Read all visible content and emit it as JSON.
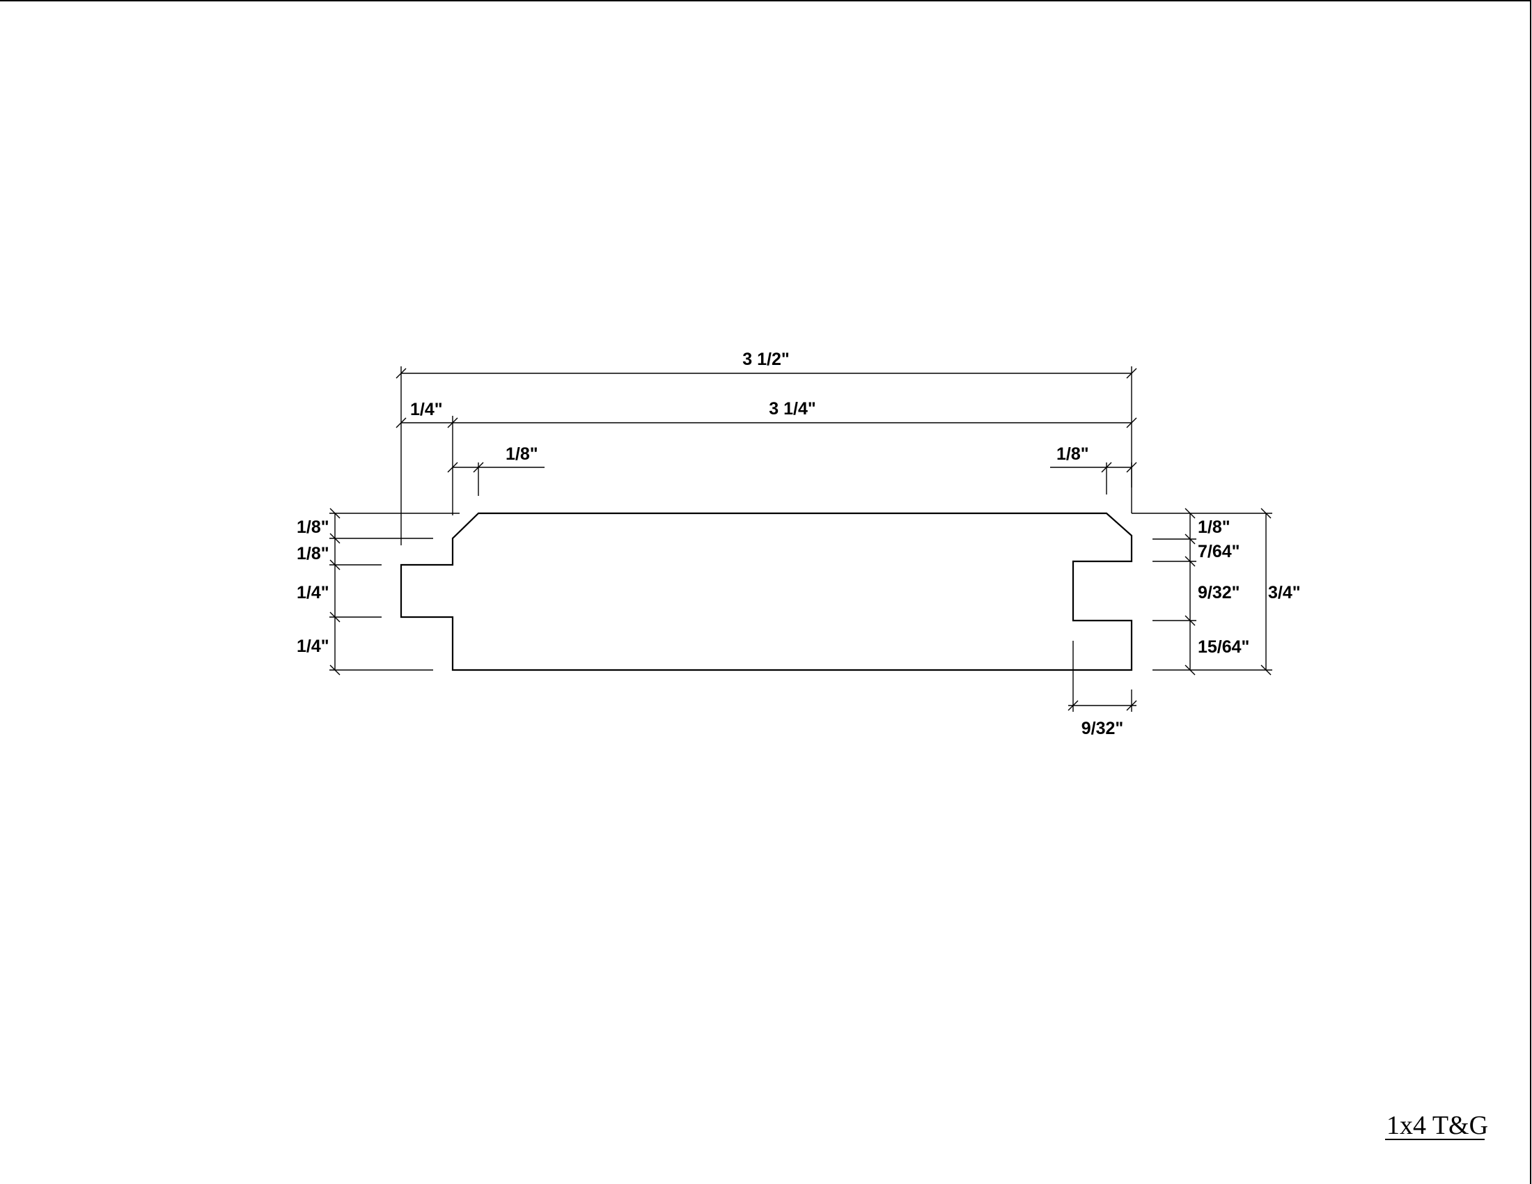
{
  "drawing": {
    "title": "1x4 T&G"
  },
  "dimensions": {
    "overall_width": "3 1/2\"",
    "face_width": "3 1/4\"",
    "tongue_length": "1/4\"",
    "left_chamfer_width": "1/8\"",
    "right_chamfer_width": "1/8\"",
    "groove_depth": "9/32\"",
    "total_thickness": "3/4\"",
    "left_side": {
      "chamfer_height": "1/8\"",
      "upper_shoulder": "1/8\"",
      "tongue_height": "1/4\"",
      "lower_shoulder": "1/4\""
    },
    "right_side": {
      "chamfer_height": "1/8\"",
      "upper_lip": "7/64\"",
      "groove_height": "9/32\"",
      "lower_lip": "15/64\""
    }
  }
}
